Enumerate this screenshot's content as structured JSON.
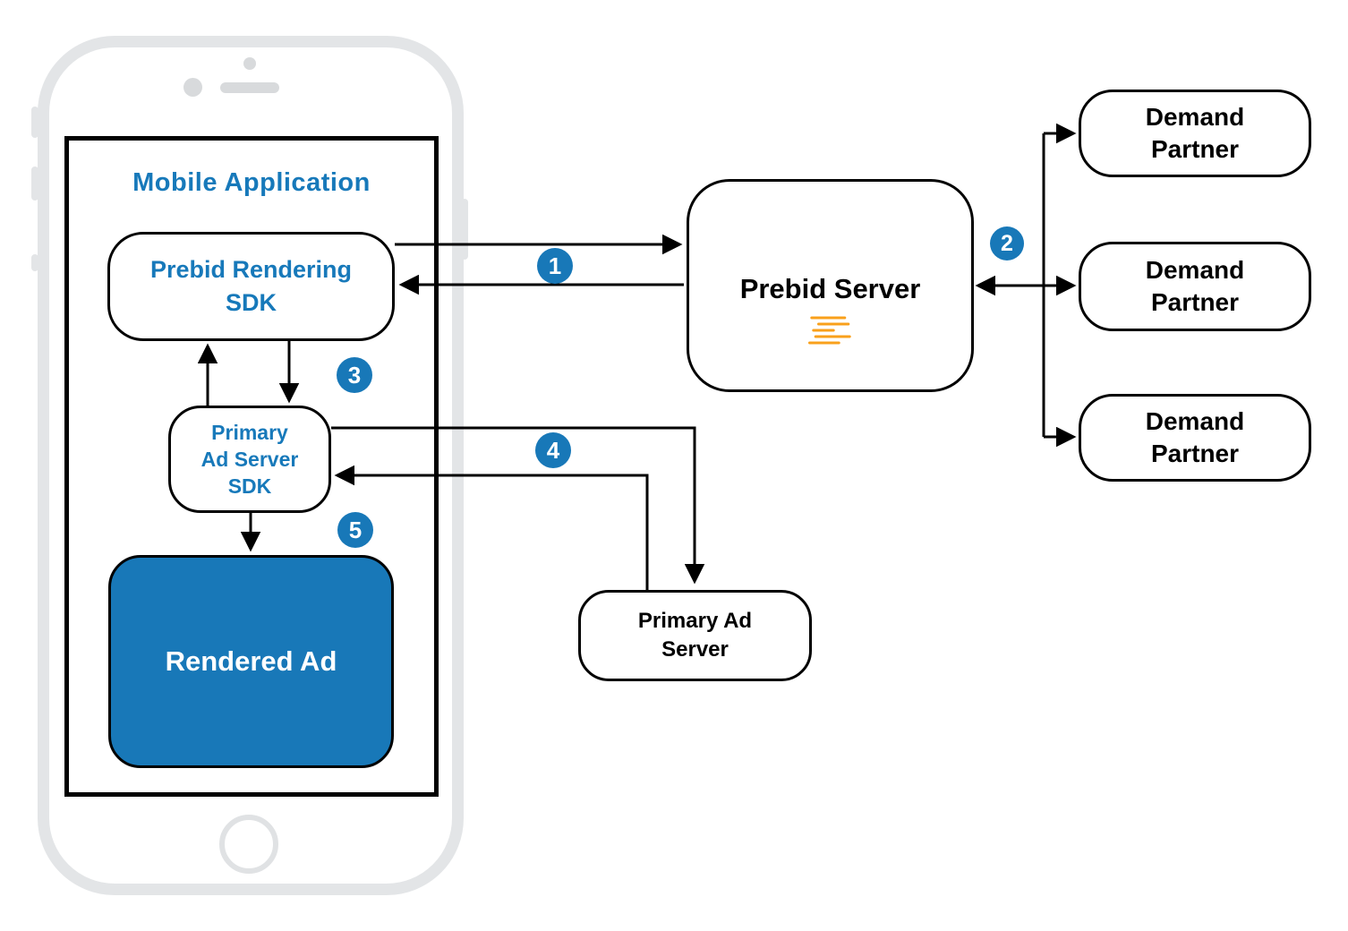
{
  "diagram": {
    "mobile_app": {
      "title": "Mobile Application"
    },
    "nodes": {
      "prebid_rendering_sdk": {
        "line1": "Prebid Rendering",
        "line2": "SDK"
      },
      "primary_ad_server_sdk": {
        "line1": "Primary",
        "line2": "Ad Server",
        "line3": "SDK"
      },
      "rendered_ad": {
        "label": "Rendered Ad"
      },
      "prebid_server": {
        "label": "Prebid Server"
      },
      "demand_partner_1": {
        "line1": "Demand",
        "line2": "Partner"
      },
      "demand_partner_2": {
        "line1": "Demand",
        "line2": "Partner"
      },
      "demand_partner_3": {
        "line1": "Demand",
        "line2": "Partner"
      },
      "primary_ad_server": {
        "line1": "Primary Ad",
        "line2": "Server"
      }
    },
    "steps": [
      {
        "label": "1"
      },
      {
        "label": "2"
      },
      {
        "label": "3"
      },
      {
        "label": "4"
      },
      {
        "label": "5"
      }
    ],
    "icons": {
      "prebid_logo": "prebid-logo-icon"
    },
    "colors": {
      "accent_blue": "#1878B8",
      "text_blue": "#1779BA",
      "logo_orange": "#F9A01B",
      "line_black": "#000000",
      "phone_gray": "#E3E5E7"
    }
  }
}
